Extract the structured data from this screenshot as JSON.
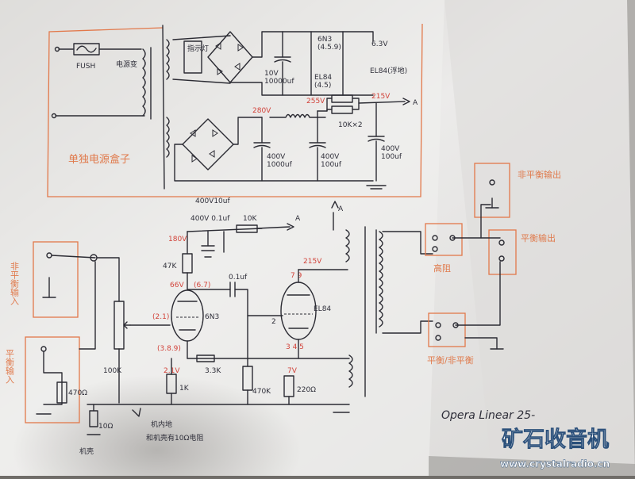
{
  "power_supply": {
    "fuse_label": "FUSH",
    "transformer_label": "电源变",
    "lamp_label": "指示灯",
    "heater_voltage": "6.3V",
    "cap1_rating": "10V\n10000uf",
    "heater_6n3": "6N3\n(4.5.9)",
    "heater_el84": "EL84\n(4.5)",
    "float_note": "EL84(浮地)",
    "box_note": "单独电源盒子",
    "hv_in": "280V",
    "hv_mid": "255V",
    "hv_out": "215V",
    "node_a": "A",
    "res_label": "10K×2",
    "cap2_rating": "400V\n1000uf",
    "cap3_rating": "400V\n100uf",
    "cap4_rating": "400V\n100uf"
  },
  "amplifier": {
    "input_unbal_label": "非平衡输入",
    "input_bal_label": "平衡输入",
    "res_470": "470Ω",
    "pot_label": "100K",
    "res_10": "10Ω",
    "chassis_label": "机壳",
    "ground_label": "机内地",
    "ground_note": "和机壳有10Ω电阻",
    "cap_bypass": "400V 0.1uf",
    "cap_top": "400V10uf",
    "res_10k": "10K",
    "node_a": "A",
    "v_180": "180V",
    "res_47k": "47K",
    "v_66": "66V",
    "pins_top": "(6.7)",
    "coupling_cap": "0.1uf",
    "tube_pins_left": "(2.1)",
    "tube1_label": "6N3",
    "pins_bottom": "(3.8.9)",
    "v_21": "2.1V",
    "res_33k": "3.3K",
    "res_1k": "1K",
    "grid_pin": "2",
    "tube2_label": "EL84",
    "pins_top2": "7 9",
    "v_215": "215V",
    "cathode_pins": "3 4 5",
    "v_7": "7V",
    "res_470k": "470K",
    "res_220": "220Ω"
  },
  "output": {
    "label_unbal": "非平衡输出",
    "label_bal": "平衡输出",
    "label_hi_z": "高阻",
    "label_switch": "平衡/非平衡"
  },
  "footer": {
    "signature": "Opera Linear 25-",
    "watermark_cn": "矿石收音机",
    "watermark_url": "www.crystalradio.cn"
  }
}
